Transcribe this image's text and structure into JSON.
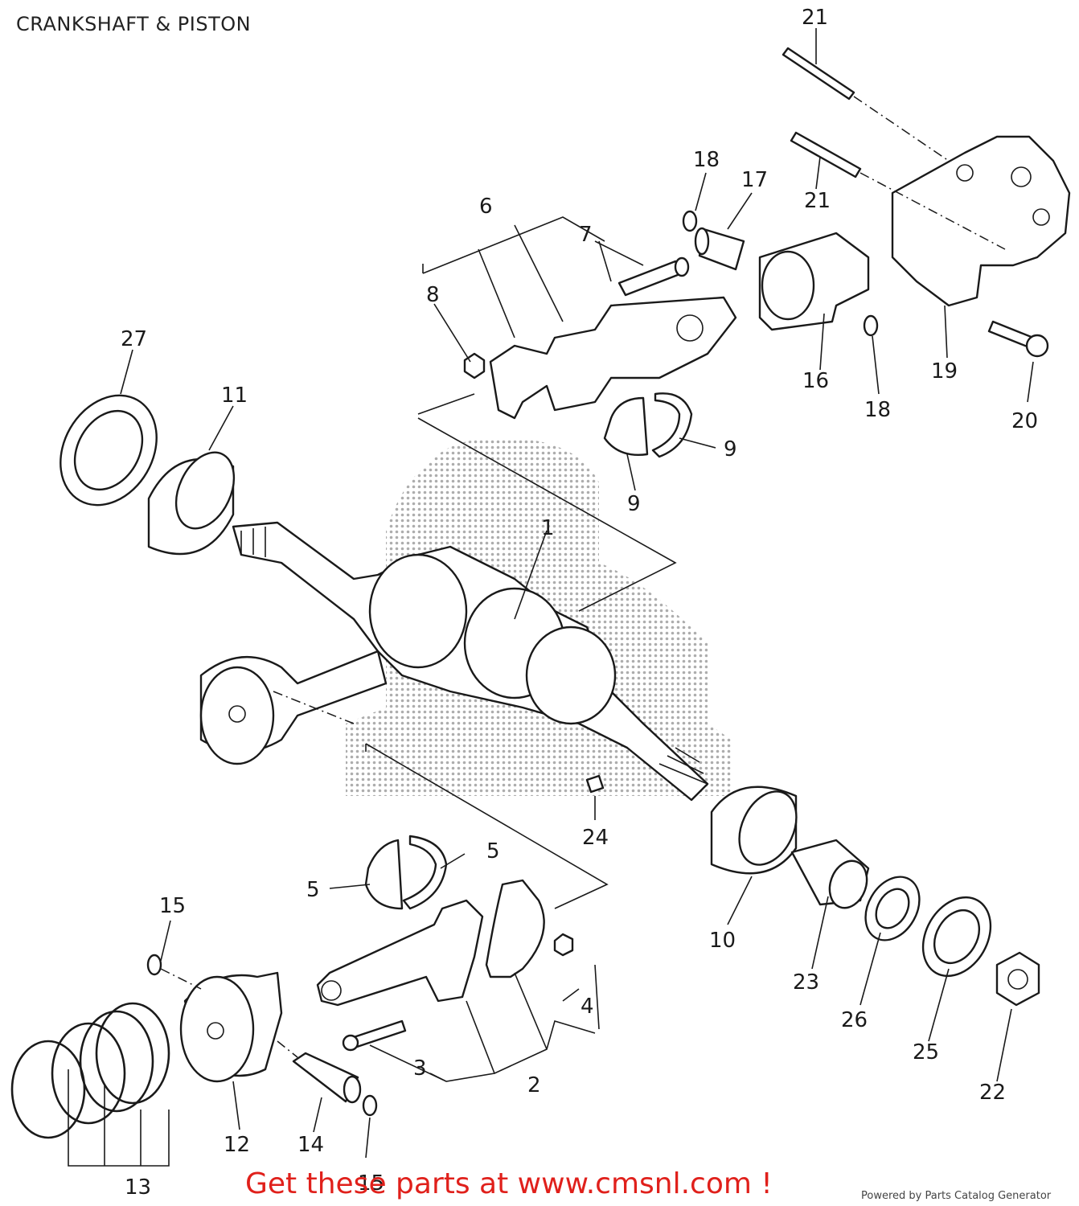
{
  "page": {
    "title": "CRANKSHAFT & PISTON",
    "cta": "Get these parts at www.cmsnl.com !",
    "powered_by": "Powered by Parts Catalog Generator"
  },
  "callouts": [
    "21",
    "18",
    "17",
    "21",
    "6",
    "7",
    "8",
    "27",
    "11",
    "16",
    "18",
    "19",
    "20",
    "9",
    "9",
    "1",
    "24",
    "5",
    "5",
    "10",
    "23",
    "26",
    "25",
    "22",
    "15",
    "4",
    "2",
    "3",
    "12",
    "14",
    "13",
    "15"
  ],
  "colors": {
    "ink": "#1a1a1a",
    "cta": "#e0201b"
  }
}
